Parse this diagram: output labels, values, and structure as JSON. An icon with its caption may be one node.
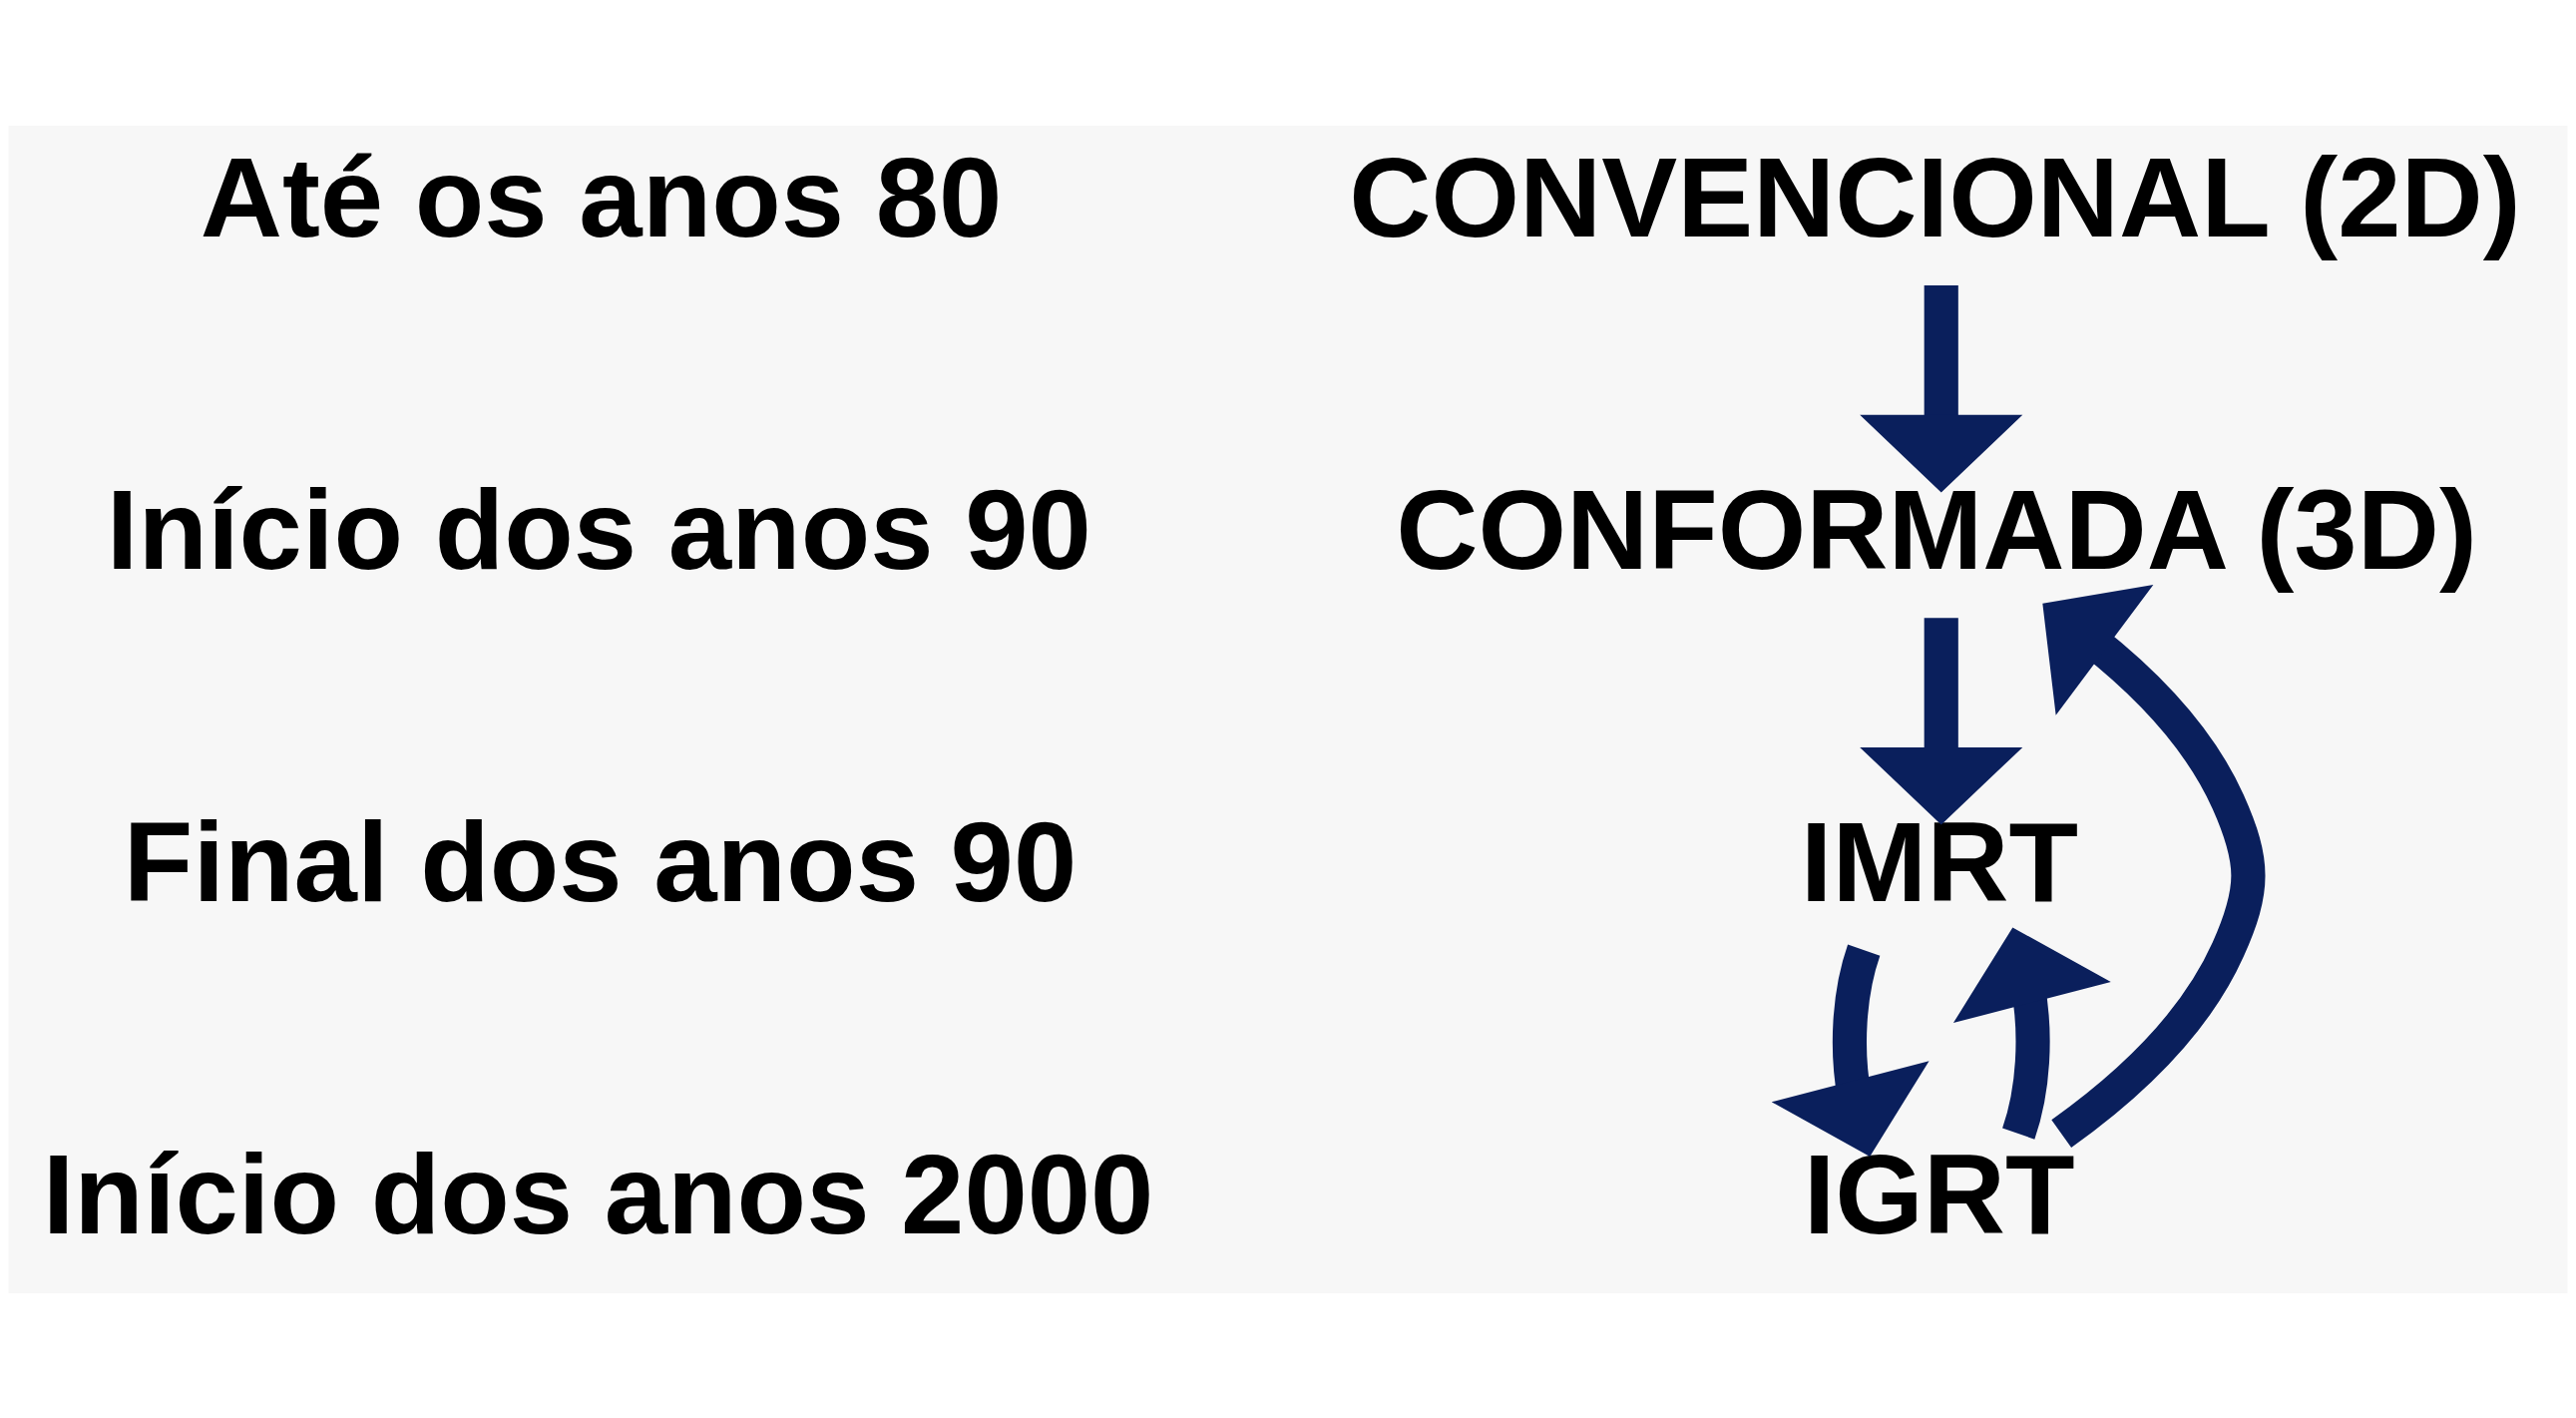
{
  "diagram": {
    "nodes": [
      {
        "text": [
          "CONVENCIONAL (2D)"
        ]
      },
      {
        "text": [
          "CONFORMADA (3D)"
        ]
      },
      {
        "text": [
          "IMRT"
        ]
      },
      {
        "text": [
          "IGRT"
        ]
      }
    ],
    "edges": [
      {
        "from": 0,
        "to": 1,
        "arrow": "to"
      },
      {
        "from": 1,
        "to": 2,
        "arrow": "to"
      },
      {
        "from": 2,
        "to": 3,
        "arrow": "to"
      },
      {
        "from": 3,
        "to": 1,
        "arrow": "to"
      },
      {
        "from": 3,
        "to": 2,
        "arrow": "to"
      }
    ],
    "labels": [
      "Até os anos 80",
      "Início dos anos 90",
      "Final dos anos 90",
      "Início dos anos 2000"
    ]
  }
}
